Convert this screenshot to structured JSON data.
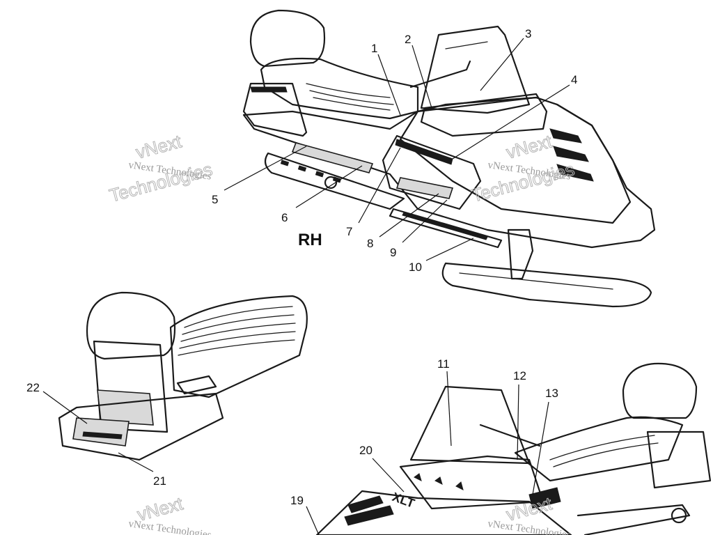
{
  "side_label": "RH",
  "watermarks": {
    "company": "vNext Technologies",
    "brand_top": "vNext",
    "brand_bottom": "Technologies"
  },
  "callouts": [
    "1",
    "2",
    "3",
    "4",
    "5",
    "6",
    "7",
    "8",
    "9",
    "10",
    "11",
    "12",
    "13",
    "19",
    "20",
    "21",
    "22"
  ],
  "decal_text": {
    "hood_model": "XLT"
  }
}
